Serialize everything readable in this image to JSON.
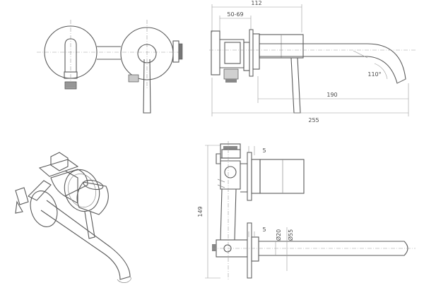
{
  "dimensions": {
    "side_top_width": "112",
    "side_depth_range": "50-69",
    "side_spout_angle": "110°",
    "side_spout_reach": "190",
    "side_total_length": "255",
    "plan_height": "149",
    "plan_upper_offset": "5",
    "plan_lower_offset": "5",
    "plan_diameter_small": "Ø20",
    "plan_diameter_large": "Ø55"
  }
}
